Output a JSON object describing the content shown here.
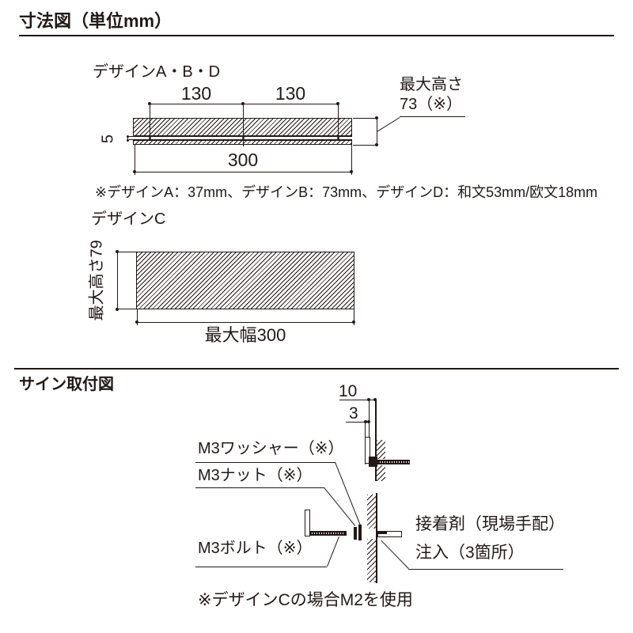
{
  "colors": {
    "ink": "#231815",
    "bg": "#ffffff"
  },
  "dimension_section": {
    "title": "寸法図（単位mm）",
    "design_abd": {
      "label": "デザインA・B・D",
      "dims": {
        "left_130": "130",
        "right_130": "130",
        "plate_5": "5",
        "width_300": "300",
        "max_height_line1": "最大高さ",
        "max_height_line2": "73（※）"
      },
      "note": "※デザインA：37mm、デザインB：73mm、デザインD：和文53mm/欧文18mm"
    },
    "design_c": {
      "label": "デザインC",
      "dims": {
        "max_height": "最大高さ79",
        "max_width": "最大幅300"
      }
    }
  },
  "mounting_section": {
    "title": "サイン取付図",
    "dims": {
      "gap_10": "10",
      "plate_3": "3"
    },
    "labels": {
      "washer": "M3ワッシャー（※）",
      "nut": "M3ナット（※）",
      "bolt": "M3ボルト（※）",
      "adhesive_line1": "接着剤（現場手配）",
      "adhesive_line2": "注入（3箇所）"
    },
    "note": "※デザインCの場合M2を使用"
  }
}
